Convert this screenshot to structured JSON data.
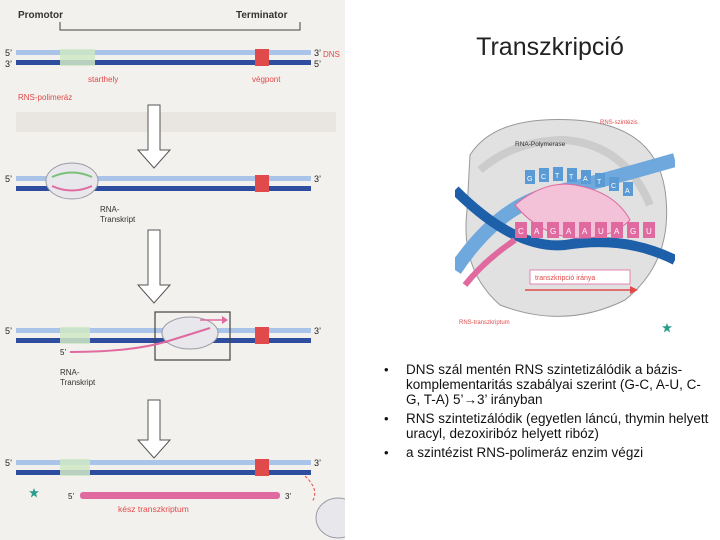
{
  "slide": {
    "title": "Transzkripció",
    "bullets": [
      "DNS szál mentén RNS szintetizálódik a bázis-komplementaritás szabályai szerint (G-C, A-U, C-G, T-A) 5’→3’ irányban",
      "RNS szintetizálódik (egyetlen láncú, thymin helyett uracyl, dezoxiribóz helyett ribóz)",
      "a szintézist RNS-polimeráz enzim végzi"
    ],
    "bullet_glyph": "•"
  },
  "left_figure": {
    "promotor": "Promotor",
    "terminator": "Terminator",
    "dna": "DNS",
    "start": "starthely",
    "end": "végpont",
    "polymerase": "RNS-polimeráz",
    "rna_transcript_1": "RNA-",
    "rna_transcript_2": "Transkript",
    "finished": "kész transzkriptum",
    "five_prime": "5’",
    "three_prime": "3’"
  },
  "right_figure": {
    "rna_polymerase": "RNA-Polymerase",
    "direction": "transzkripció iránya",
    "rna_transcript": "RNS-transzkriptum",
    "rns_synthesis": "RNS-szintézis",
    "bases_top": [
      "G",
      "C",
      "T",
      "T",
      "A",
      "T",
      "C",
      "A"
    ],
    "bases_mid": [
      "C",
      "A",
      "G",
      "A",
      "A",
      "U",
      "A",
      "G",
      "U"
    ]
  },
  "colors": {
    "dna_dark": "#2e4d9e",
    "dna_light": "#a9c4e8",
    "promoter_green": "#cfe8c4",
    "terminator_red": "#e04a4a",
    "rna_pink": "#e06aa0",
    "accent_teal": "#2a9d8f"
  }
}
